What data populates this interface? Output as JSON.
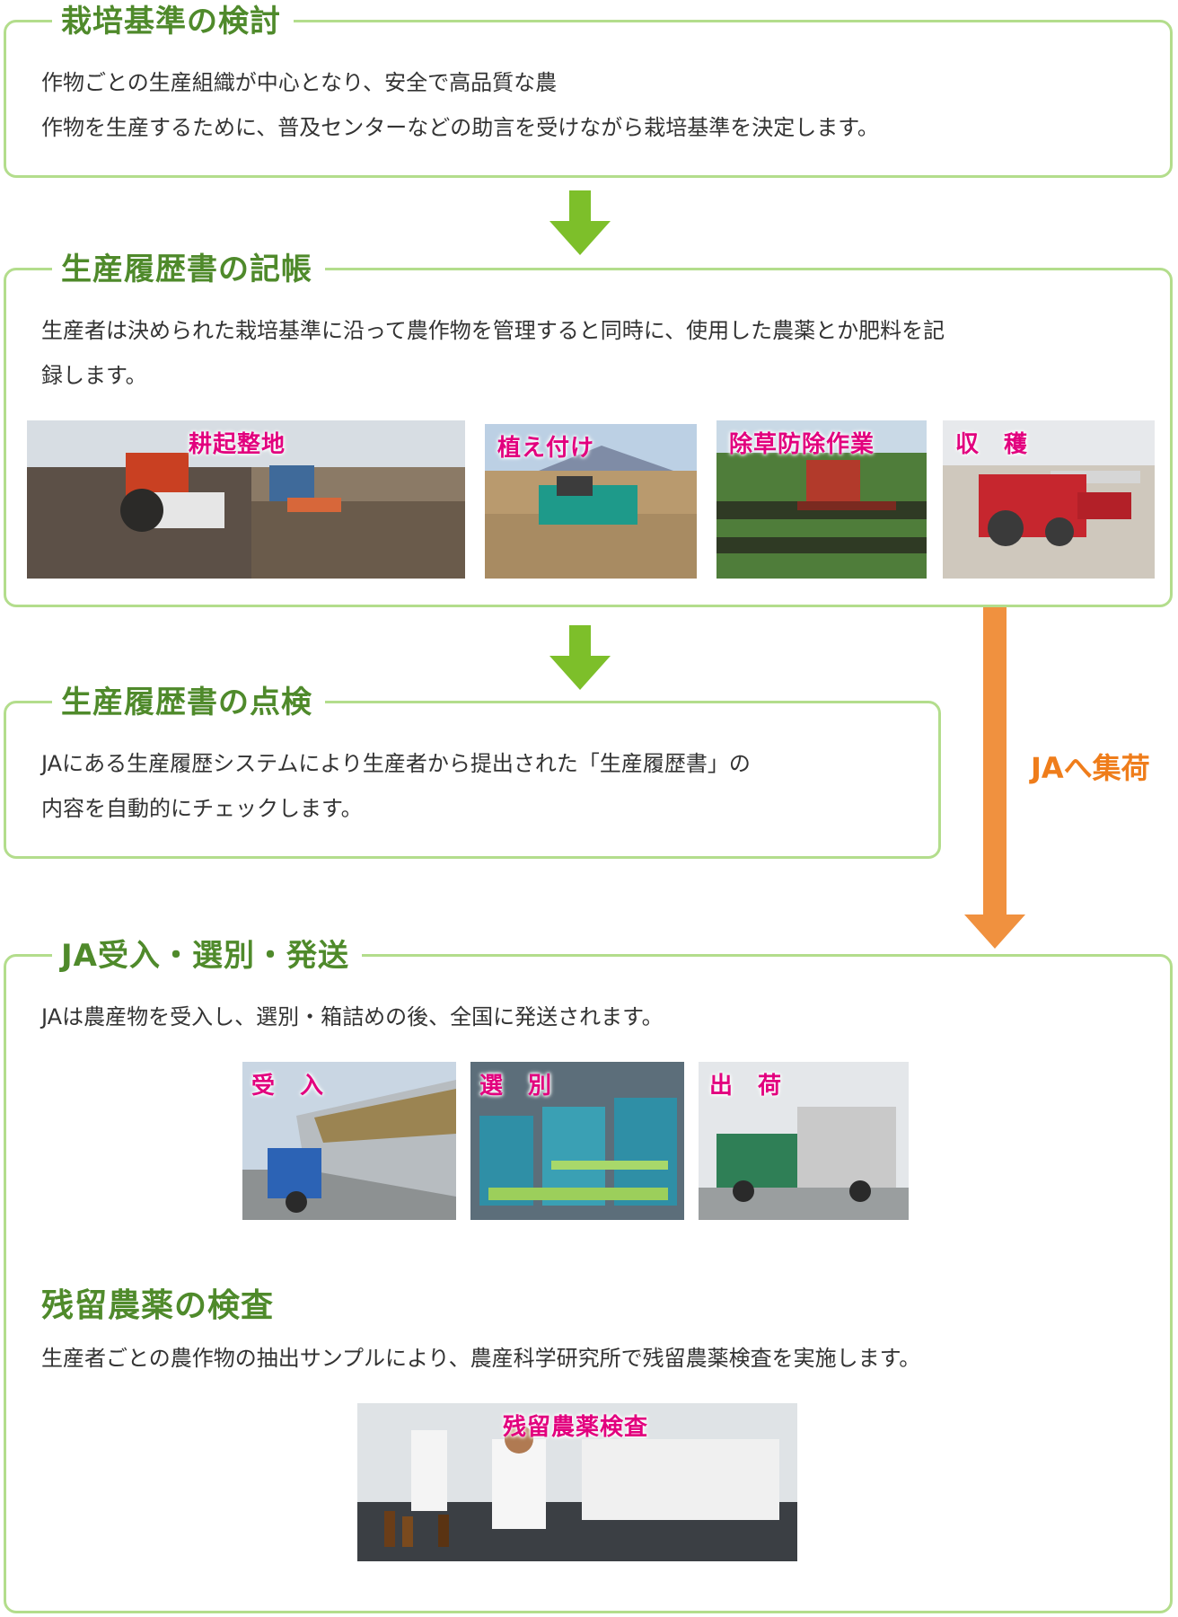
{
  "sections": {
    "standards": {
      "title": "栽培基準の検討",
      "line1": "作物ごとの生産組織が中心となり、安全で高品質な農",
      "line2": "作物を生産するために、普及センターなどの助言を受けながら栽培基準を決定します。"
    },
    "record": {
      "title": "生産履歴書の記帳",
      "line1": "生産者は決められた栽培基準に沿って農作物を管理すると同時に、使用した農薬とか肥料を記",
      "line2": "録します。",
      "photos": [
        "耕起整地",
        "植え付け",
        "除草防除作業",
        "収　穫"
      ]
    },
    "check": {
      "title": "生産履歴書の点検",
      "line1": "JAにある生産履歴システムにより生産者から提出された「生産履歴書」の",
      "line2": "内容を自動的にチェックします。"
    },
    "shipping": {
      "title": "JA受入・選別・発送",
      "line1": "JAは農産物を受入し、選別・箱詰めの後、全国に発送されます。",
      "photos": [
        "受　入",
        "選　別",
        "出　荷"
      ]
    },
    "residue": {
      "title": "残留農薬の検査",
      "line1": "生産者ごとの農作物の抽出サンプルにより、農産科学研究所で残留農薬検査を実施します。",
      "photo": "残留農薬検査"
    }
  },
  "side_label": "JAへ集荷",
  "colors": {
    "border": "#b3dd8c",
    "title_green": "#4f8a2b",
    "arrow_green": "#7dbf2a",
    "arrow_orange": "#f0913f",
    "label_pink": "#e2007e"
  }
}
